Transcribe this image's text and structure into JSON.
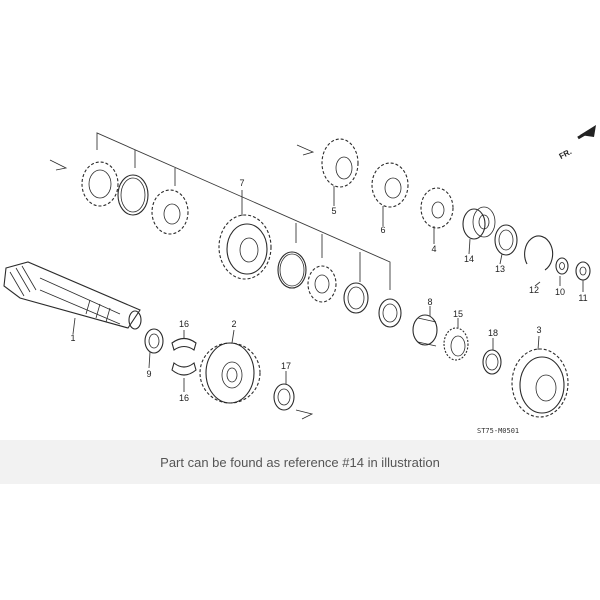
{
  "diagram": {
    "part_numbers": [
      "1",
      "2",
      "3",
      "4",
      "5",
      "6",
      "7",
      "8",
      "9",
      "10",
      "11",
      "12",
      "13",
      "14",
      "15",
      "16",
      "16",
      "17",
      "18"
    ],
    "diagram_code": "ST75-M0501",
    "direction_label": "FR."
  },
  "caption": {
    "text": "Part can be found as reference #14 in illustration"
  },
  "colors": {
    "line": "#2b2b2b",
    "caption_background": "#f2f2f2",
    "caption_text": "#555555"
  }
}
